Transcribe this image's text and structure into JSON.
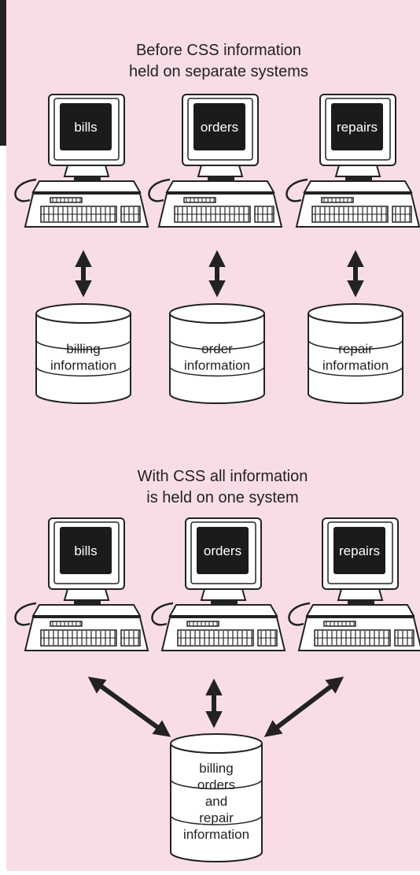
{
  "colors": {
    "background": "#f8dde8",
    "stroke": "#222222",
    "screen": "#1b1b1b",
    "screen_text": "#ffffff",
    "text": "#222222"
  },
  "before": {
    "caption": [
      "Before CSS information",
      "held on separate systems"
    ],
    "terminals": [
      {
        "screen_label": "bills",
        "database_label": [
          "billing",
          "information"
        ]
      },
      {
        "screen_label": "orders",
        "database_label": [
          "order",
          "information"
        ]
      },
      {
        "screen_label": "repairs",
        "database_label": [
          "repair",
          "information"
        ]
      }
    ]
  },
  "after": {
    "caption": [
      "With CSS all information",
      "is held on one system"
    ],
    "terminals": [
      {
        "screen_label": "bills"
      },
      {
        "screen_label": "orders"
      },
      {
        "screen_label": "repairs"
      }
    ],
    "database_label": [
      "billing",
      "orders",
      "and",
      "repair",
      "information"
    ]
  },
  "icons": {
    "computer": "computer-terminal-icon",
    "database": "database-cylinder-icon",
    "arrow": "double-headed-arrow-icon"
  }
}
